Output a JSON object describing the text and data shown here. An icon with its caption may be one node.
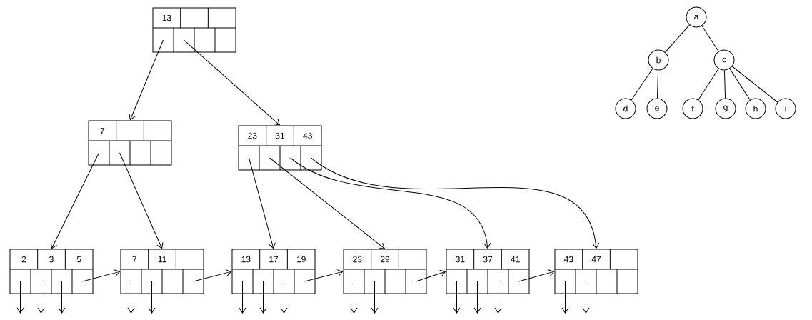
{
  "diagram": {
    "nodes": [
      {
        "text": [
          "13"
        ]
      },
      {
        "text": [
          "7"
        ]
      },
      {
        "text": [
          "23",
          "31",
          "43"
        ]
      },
      {
        "text": [
          "2",
          "3",
          "5"
        ]
      },
      {
        "text": [
          "7",
          "11"
        ]
      },
      {
        "text": [
          "13",
          "17",
          "19"
        ]
      },
      {
        "text": [
          "23",
          "29"
        ]
      },
      {
        "text": [
          "31",
          "37",
          "41"
        ]
      },
      {
        "text": [
          "43",
          "47"
        ]
      },
      {
        "text": [
          "a"
        ]
      },
      {
        "text": [
          "b"
        ]
      },
      {
        "text": [
          "c"
        ]
      },
      {
        "text": [
          "d"
        ]
      },
      {
        "text": [
          "e"
        ]
      },
      {
        "text": [
          "f"
        ]
      },
      {
        "text": [
          "g"
        ]
      },
      {
        "text": [
          "h"
        ]
      },
      {
        "text": [
          "i"
        ]
      }
    ],
    "edges": [
      {
        "from": 0,
        "to": 1,
        "arrow": "to"
      },
      {
        "from": 0,
        "to": 2,
        "arrow": "to"
      },
      {
        "from": 1,
        "to": 3,
        "arrow": "to"
      },
      {
        "from": 1,
        "to": 4,
        "arrow": "to"
      },
      {
        "from": 2,
        "to": 5,
        "arrow": "to"
      },
      {
        "from": 2,
        "to": 6,
        "arrow": "to"
      },
      {
        "from": 2,
        "to": 7,
        "arrow": "to"
      },
      {
        "from": 2,
        "to": 8,
        "arrow": "to"
      },
      {
        "from": 3,
        "to": 4,
        "arrow": "to"
      },
      {
        "from": 4,
        "to": 5,
        "arrow": "to"
      },
      {
        "from": 5,
        "to": 6,
        "arrow": "to"
      },
      {
        "from": 6,
        "to": 7,
        "arrow": "to"
      },
      {
        "from": 7,
        "to": 8,
        "arrow": "to"
      },
      {
        "from": 3,
        "to": null,
        "arrow": "to"
      },
      {
        "from": 3,
        "to": null,
        "arrow": "to"
      },
      {
        "from": 3,
        "to": null,
        "arrow": "to"
      },
      {
        "from": 4,
        "to": null,
        "arrow": "to"
      },
      {
        "from": 4,
        "to": null,
        "arrow": "to"
      },
      {
        "from": 5,
        "to": null,
        "arrow": "to"
      },
      {
        "from": 5,
        "to": null,
        "arrow": "to"
      },
      {
        "from": 5,
        "to": null,
        "arrow": "to"
      },
      {
        "from": 6,
        "to": null,
        "arrow": "to"
      },
      {
        "from": 6,
        "to": null,
        "arrow": "to"
      },
      {
        "from": 7,
        "to": null,
        "arrow": "to"
      },
      {
        "from": 7,
        "to": null,
        "arrow": "to"
      },
      {
        "from": 7,
        "to": null,
        "arrow": "to"
      },
      {
        "from": 8,
        "to": null,
        "arrow": "to"
      },
      {
        "from": 8,
        "to": null,
        "arrow": "to"
      },
      {
        "from": 9,
        "to": 10,
        "arrow": "none"
      },
      {
        "from": 9,
        "to": 11,
        "arrow": "none"
      },
      {
        "from": 10,
        "to": 12,
        "arrow": "none"
      },
      {
        "from": 10,
        "to": 13,
        "arrow": "none"
      },
      {
        "from": 11,
        "to": 14,
        "arrow": "none"
      },
      {
        "from": 11,
        "to": 15,
        "arrow": "none"
      },
      {
        "from": 11,
        "to": 16,
        "arrow": "none"
      },
      {
        "from": 11,
        "to": 17,
        "arrow": "none"
      }
    ]
  }
}
